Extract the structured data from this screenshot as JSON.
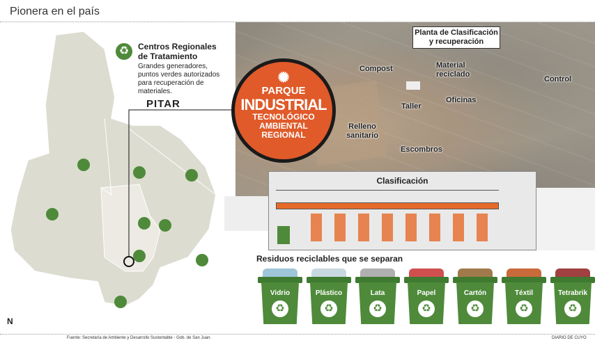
{
  "header": {
    "title": "Pionera en el país"
  },
  "legend": {
    "title": "Centros Regionales de Tratamiento",
    "description": "Grandes generadores, puntos verdes autorizados para recuperación de materiales."
  },
  "map": {
    "pitar_label": "PITAR"
  },
  "park": {
    "line1": "PARQUE",
    "line2": "INDUSTRIAL",
    "line3": "TECNOLÓGICO",
    "line4": "AMBIENTAL",
    "line5": "REGIONAL"
  },
  "photo_labels": {
    "planta": "Planta de Clasificación y recuperación",
    "compost": "Compost",
    "material": "Material reciclado",
    "control": "Control",
    "taller": "Taller",
    "oficinas": "Oficinas",
    "relleno": "Relleno sanitario",
    "escombros": "Escombros"
  },
  "factory": {
    "title": "Clasificación"
  },
  "bins": {
    "title": "Residuos reciclables que se separan",
    "items": [
      {
        "label": "Vidrio",
        "color": "#9fc6d8"
      },
      {
        "label": "Plástico",
        "color": "#c8d8e0"
      },
      {
        "label": "Lata",
        "color": "#b0b0b0"
      },
      {
        "label": "Papel",
        "color": "#d05050"
      },
      {
        "label": "Cartón",
        "color": "#a07a4a"
      },
      {
        "label": "Téxtil",
        "color": "#c96a3a"
      },
      {
        "label": "Tetrabrik",
        "color": "#a04040"
      }
    ]
  },
  "footer": {
    "source": "Fuente: Secretaría de Ambiente y Desarrollo Sustentable - Gob. de San Juan.",
    "brand": "DIARIO DE CUYO",
    "north": "N"
  },
  "colors": {
    "green": "#4e8a3a",
    "orange": "#e05a2a"
  }
}
